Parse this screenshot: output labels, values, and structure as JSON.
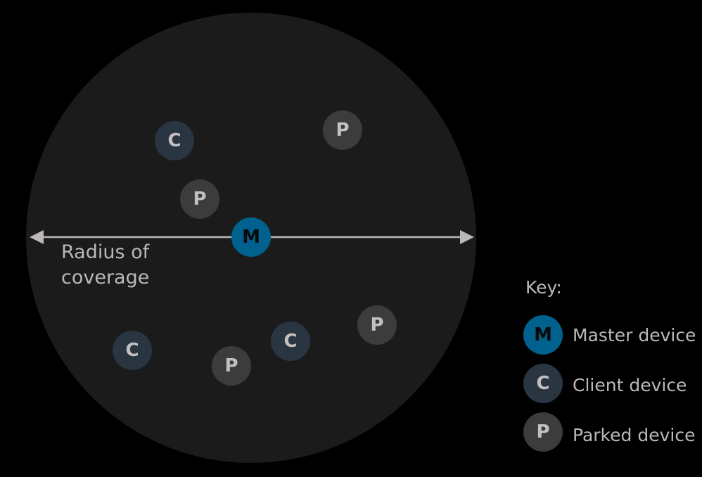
{
  "diagram": {
    "caption_line1": "Radius of",
    "caption_line2": "coverage",
    "nodes": {
      "master": "M",
      "client_1": "C",
      "client_2": "C",
      "client_3": "C",
      "parked_1": "P",
      "parked_2": "P",
      "parked_3": "P",
      "parked_4": "P"
    }
  },
  "legend": {
    "title": "Key:",
    "items": [
      {
        "letter": "M",
        "label": "Master device"
      },
      {
        "letter": "C",
        "label": "Client device"
      },
      {
        "letter": "P",
        "label": "Parked device"
      }
    ]
  },
  "colors": {
    "background": "#000000",
    "coverage_circle": "#1b1b1c",
    "master_fill": "#00618e",
    "master_text": "#0a0a0a",
    "client_fill": "#2a3542",
    "client_text": "#c4c0c0",
    "parked_fill": "#3c3c3d",
    "parked_text": "#c4c0c0",
    "arrow": "#bdb8b8",
    "caption_text": "#bdb8b8"
  }
}
